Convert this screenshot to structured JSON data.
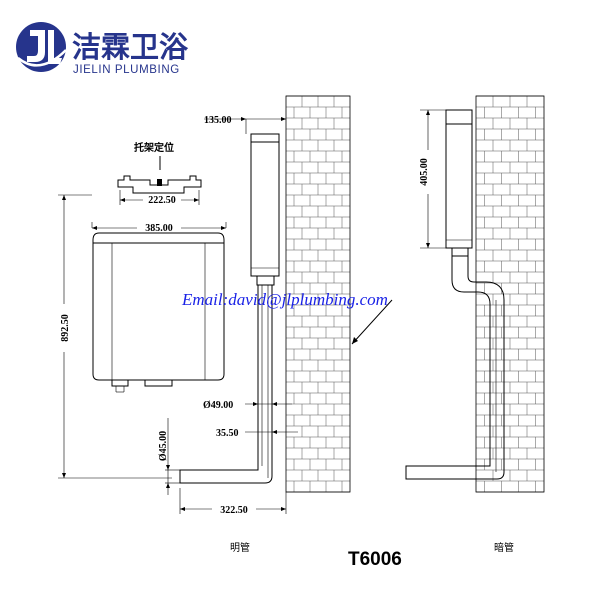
{
  "brand": {
    "name_cn": "洁霖卫浴",
    "name_en": "JIELIN PLUMBING",
    "color": "#26348c"
  },
  "drawing": {
    "model": "T6006",
    "email": "Email:david@jlplumbing.com",
    "email_color": "#1a22e6",
    "bracket_label": "托架定位",
    "caption_exposed": "明管",
    "caption_concealed": "暗管",
    "dimensions": {
      "bracket_width": "222.50",
      "tank_width": "385.00",
      "tank_total_height": "892.50",
      "top_offset": "135.00",
      "pipe_diameter": "Ø49.00",
      "pipe_offset": "35.50",
      "bend_diameter": "Ø45.00",
      "horizontal_reach": "322.50",
      "concealed_height": "405.00"
    }
  }
}
